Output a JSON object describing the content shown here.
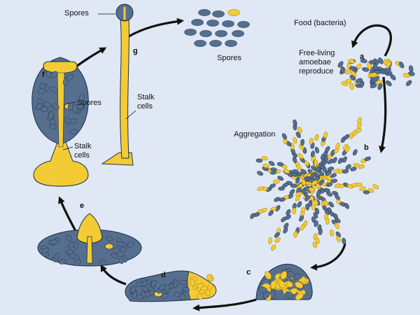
{
  "colors": {
    "background": "#dfe8f4",
    "blue_cell": "#566f8f",
    "blue_dark": "#2e4058",
    "yellow_cell": "#f3cb35",
    "yellow_dark": "#b88a10",
    "arrow": "#111111"
  },
  "labels": {
    "food": "Food (bacteria)",
    "free_living_1": "Free-living",
    "free_living_2": "amoebae",
    "free_living_3": "reproduce",
    "aggregation": "Aggregation",
    "spores_top": "Spores",
    "spores_cluster": "Spores",
    "spores_fruiting": "Spores",
    "stalk_g_1": "Stalk",
    "stalk_g_2": "cells",
    "stalk_f_1": "Stalk",
    "stalk_f_2": "cells"
  },
  "steps": [
    "a",
    "b",
    "c",
    "d",
    "e",
    "f",
    "g"
  ]
}
